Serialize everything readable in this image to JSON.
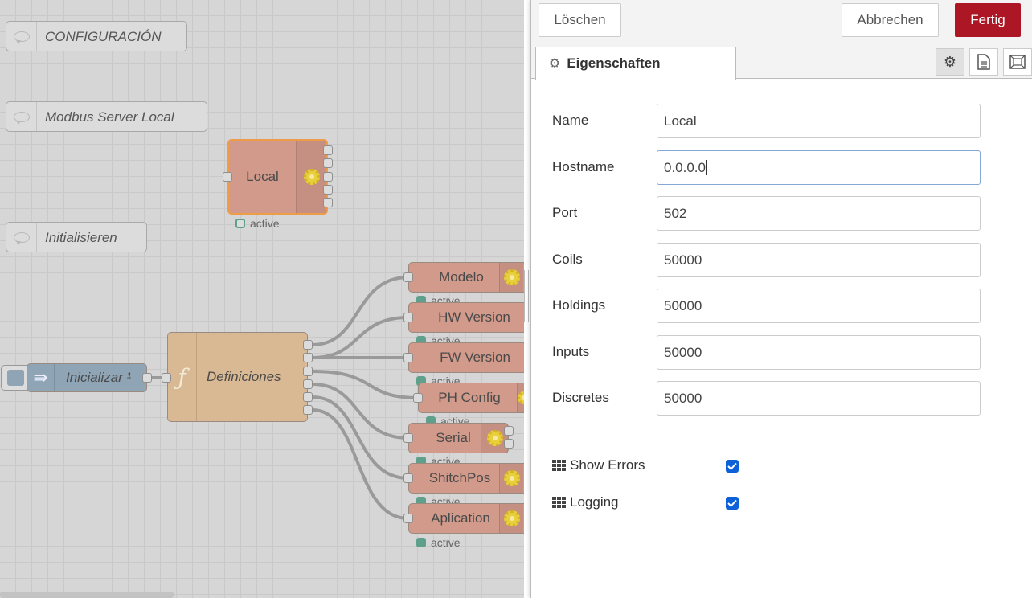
{
  "workspace": {
    "comments": [
      {
        "label": "CONFIGURACIÓN"
      },
      {
        "label": "Modbus Server Local"
      },
      {
        "label": "Initialisieren"
      }
    ],
    "local_node": {
      "label": "Local",
      "status": "active"
    },
    "inject_node": {
      "label": "Inicializar ¹"
    },
    "function_node": {
      "label": "Definiciones"
    },
    "output_nodes": [
      {
        "label": "Modelo",
        "status": "active"
      },
      {
        "label": "HW Version",
        "status": "active"
      },
      {
        "label": "FW Version",
        "status": "active"
      },
      {
        "label": "PH Config",
        "status": "active"
      },
      {
        "label": "Serial",
        "status": "active"
      },
      {
        "label": "ShitchPos",
        "status": "active"
      },
      {
        "label": "Aplication",
        "status": "active"
      }
    ]
  },
  "tray": {
    "toolbar": {
      "delete_label": "Löschen",
      "cancel_label": "Abbrechen",
      "done_label": "Fertig"
    },
    "tabs": {
      "properties_label": "Eigenschaften"
    },
    "fields": [
      {
        "label": "Name",
        "value": "Local"
      },
      {
        "label": "Hostname",
        "value": "0.0.0.0"
      },
      {
        "label": "Port",
        "value": "502"
      },
      {
        "label": "Coils",
        "value": "50000"
      },
      {
        "label": "Holdings",
        "value": "50000"
      },
      {
        "label": "Inputs",
        "value": "50000"
      },
      {
        "label": "Discretes",
        "value": "50000"
      }
    ],
    "checks": [
      {
        "label": "Show Errors",
        "checked": true
      },
      {
        "label": "Logging",
        "checked": true
      }
    ]
  },
  "colors": {
    "done_button": "#ad1625",
    "checkbox": "#0c61d8",
    "selected_node_border": "#ef9c4a"
  }
}
